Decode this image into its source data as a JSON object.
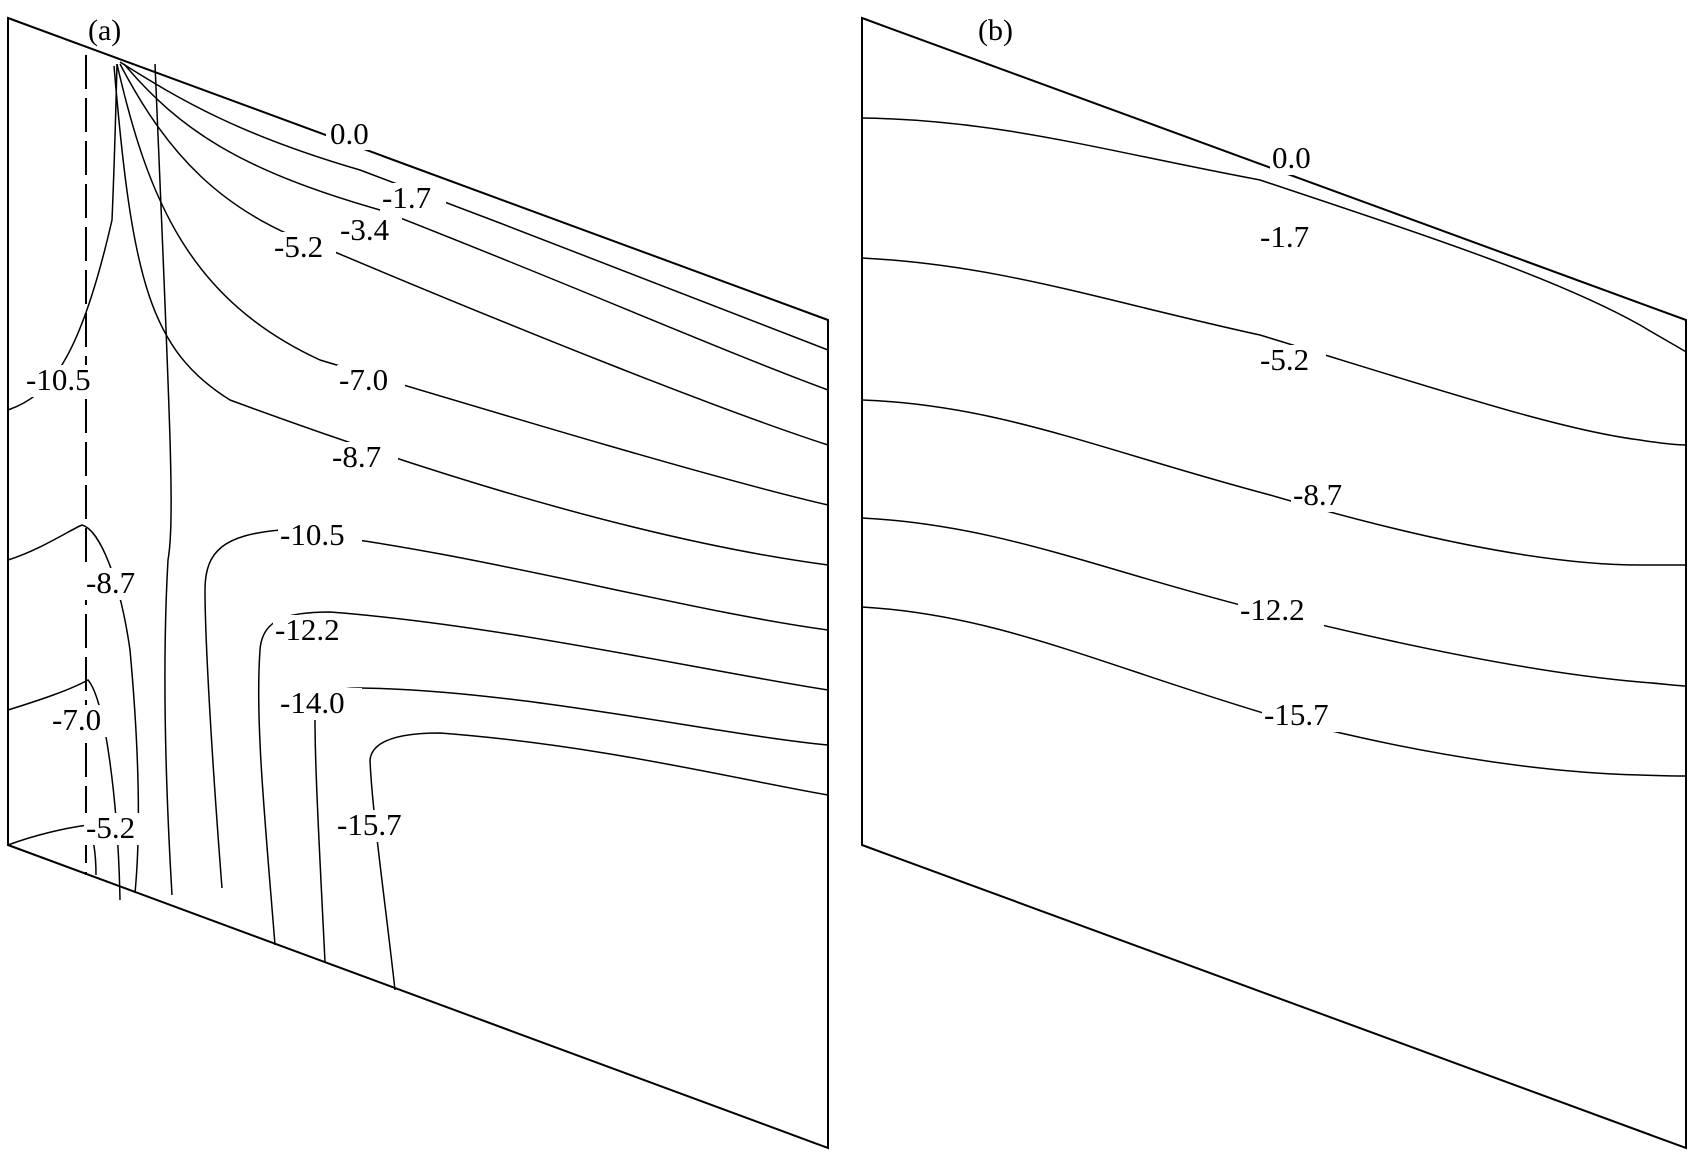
{
  "panels": [
    {
      "id": "a",
      "letter": "(a)",
      "contours": [
        {
          "label": "0.0"
        },
        {
          "label": "-1.7"
        },
        {
          "label": "-3.4"
        },
        {
          "label": "-5.2"
        },
        {
          "label": "-7.0"
        },
        {
          "label": "-8.7"
        },
        {
          "label": "-10.5"
        },
        {
          "label": "-12.2"
        },
        {
          "label": "-14.0"
        },
        {
          "label": "-15.7"
        }
      ],
      "left_labels": [
        {
          "label": "-10.5"
        },
        {
          "label": "-8.7"
        },
        {
          "label": "-7.0"
        },
        {
          "label": "-5.2"
        }
      ]
    },
    {
      "id": "b",
      "letter": "(b)",
      "contours": [
        {
          "label": "0.0"
        },
        {
          "label": "-1.7"
        },
        {
          "label": "-5.2"
        },
        {
          "label": "-8.7"
        },
        {
          "label": "-12.2"
        },
        {
          "label": "-15.7"
        }
      ]
    }
  ]
}
